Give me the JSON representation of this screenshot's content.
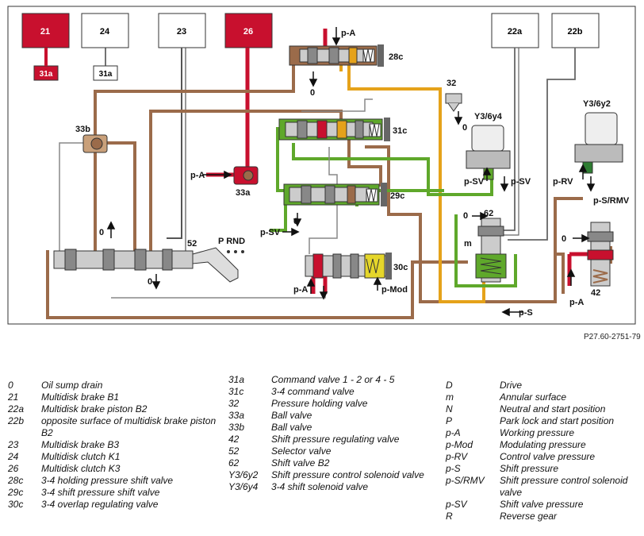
{
  "reference": "P27.60-2751-79",
  "boxes": {
    "b21": "21",
    "b31a_red": "31a",
    "b24": "24",
    "b31a_white": "31a",
    "b23": "23",
    "b26": "26",
    "b22a": "22a",
    "b22b": "22b"
  },
  "labels": {
    "pA_top": "p-A",
    "pA_33a": "p-A",
    "pA_30c": "p-A",
    "pA_right": "p-A",
    "pSV_left": "p-SV",
    "pSV_y3": "p-SV",
    "pSV_y3b": "p-SV",
    "pMod": "p-Mod",
    "pS": "p-S",
    "pRV": "p-RV",
    "pSRMV": "p-S/RMV",
    "l28c": "28c",
    "l31c": "31c",
    "l29c": "29c",
    "l30c": "30c",
    "l33a": "33a",
    "l33b": "33b",
    "l32": "32",
    "l42": "42",
    "l52": "52",
    "l62": "62",
    "lm": "m",
    "y3_6y4": "Y3/6y4",
    "y3_6y2": "Y3/6y2",
    "prnd": "P RND",
    "z1": "0",
    "z2": "0",
    "z3": "0",
    "z4": "0",
    "z5": "0",
    "z6": "0",
    "z7": "0"
  },
  "legend": {
    "col1": [
      {
        "k": "0",
        "v": "Oil sump drain"
      },
      {
        "k": "21",
        "v": "Multidisk brake B1"
      },
      {
        "k": "22a",
        "v": "Multidisk brake piston B2"
      },
      {
        "k": "22b",
        "v": "opposite surface of multidisk brake piston B2"
      },
      {
        "k": "23",
        "v": "Multidisk brake B3"
      },
      {
        "k": "24",
        "v": "Multidisk clutch K1"
      },
      {
        "k": "26",
        "v": "Multidisk clutch K3"
      },
      {
        "k": "28c",
        "v": "3-4 holding pressure shift valve"
      },
      {
        "k": "29c",
        "v": "3-4 shift pressure shift valve"
      },
      {
        "k": "30c",
        "v": "3-4 overlap regulating valve"
      }
    ],
    "col2": [
      {
        "k": "31a",
        "v": "Command valve 1 - 2 or 4 - 5"
      },
      {
        "k": "31c",
        "v": "3-4 command valve"
      },
      {
        "k": "32",
        "v": "Pressure holding valve"
      },
      {
        "k": "33a",
        "v": "Ball valve"
      },
      {
        "k": "33b",
        "v": "Ball valve"
      },
      {
        "k": "42",
        "v": "Shift pressure regulating valve"
      },
      {
        "k": "52",
        "v": "Selector valve"
      },
      {
        "k": "62",
        "v": "Shift valve B2"
      },
      {
        "k": "Y3/6y2",
        "v": "Shift pressure control solenoid valve"
      },
      {
        "k": "Y3/6y4",
        "v": "3-4 shift solenoid valve"
      }
    ],
    "col3": [
      {
        "k": "D",
        "v": "Drive"
      },
      {
        "k": "m",
        "v": "Annular surface"
      },
      {
        "k": "N",
        "v": "Neutral and start position"
      },
      {
        "k": "P",
        "v": "Park lock and start position"
      },
      {
        "k": "p-A",
        "v": "Working pressure"
      },
      {
        "k": "p-Mod",
        "v": "Modulating pressure"
      },
      {
        "k": "p-RV",
        "v": "Control valve pressure"
      },
      {
        "k": "p-S",
        "v": "Shift pressure"
      },
      {
        "k": "p-S/RMV",
        "v": "Shift pressure control solenoid valve"
      },
      {
        "k": "p-SV",
        "v": "Shift valve pressure"
      },
      {
        "k": "R",
        "v": "Reverse gear"
      }
    ]
  }
}
